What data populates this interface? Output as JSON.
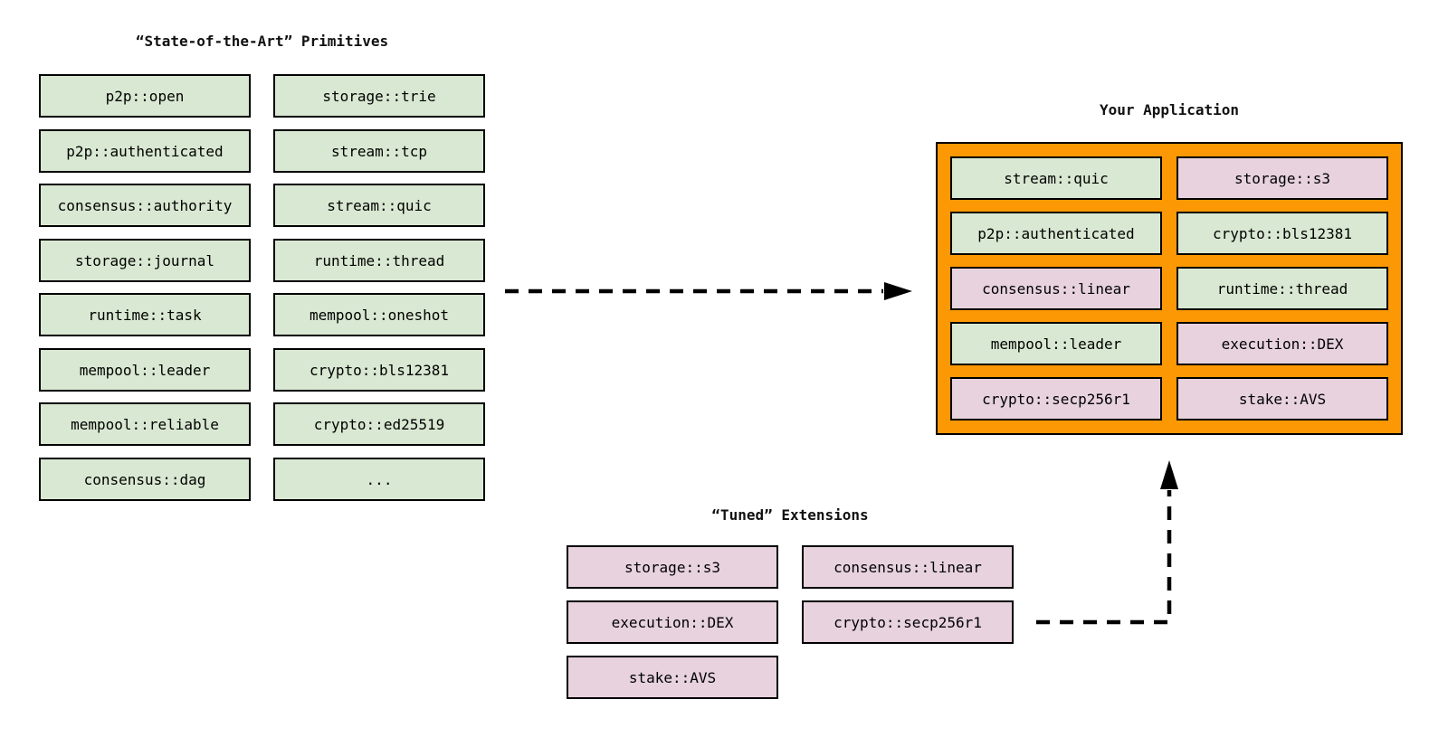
{
  "titles": {
    "primitives": "“State-of-the-Art” Primitives",
    "application": "Your Application",
    "extensions": "“Tuned” Extensions"
  },
  "colors": {
    "primitive_green": "#d9e8d2",
    "extension_pink": "#e7d2de",
    "application_orange": "#fc9803",
    "line_black": "#000000"
  },
  "primitives": {
    "column1": [
      "p2p::open",
      "p2p::authenticated",
      "consensus::authority",
      "storage::journal",
      "runtime::task",
      "mempool::leader",
      "mempool::reliable",
      "consensus::dag"
    ],
    "column2": [
      "storage::trie",
      "stream::tcp",
      "stream::quic",
      "runtime::thread",
      "mempool::oneshot",
      "crypto::bls12381",
      "crypto::ed25519",
      "..."
    ]
  },
  "application": {
    "column1": [
      {
        "label": "stream::quic",
        "variant": "green"
      },
      {
        "label": "p2p::authenticated",
        "variant": "green"
      },
      {
        "label": "consensus::linear",
        "variant": "pink"
      },
      {
        "label": "mempool::leader",
        "variant": "green"
      },
      {
        "label": "crypto::secp256r1",
        "variant": "pink"
      }
    ],
    "column2": [
      {
        "label": "storage::s3",
        "variant": "pink"
      },
      {
        "label": "crypto::bls12381",
        "variant": "green"
      },
      {
        "label": "runtime::thread",
        "variant": "green"
      },
      {
        "label": "execution::DEX",
        "variant": "pink"
      },
      {
        "label": "stake::AVS",
        "variant": "pink"
      }
    ]
  },
  "extensions": {
    "column1": [
      "storage::s3",
      "execution::DEX",
      "stake::AVS"
    ],
    "column2": [
      "consensus::linear",
      "crypto::secp256r1"
    ]
  }
}
